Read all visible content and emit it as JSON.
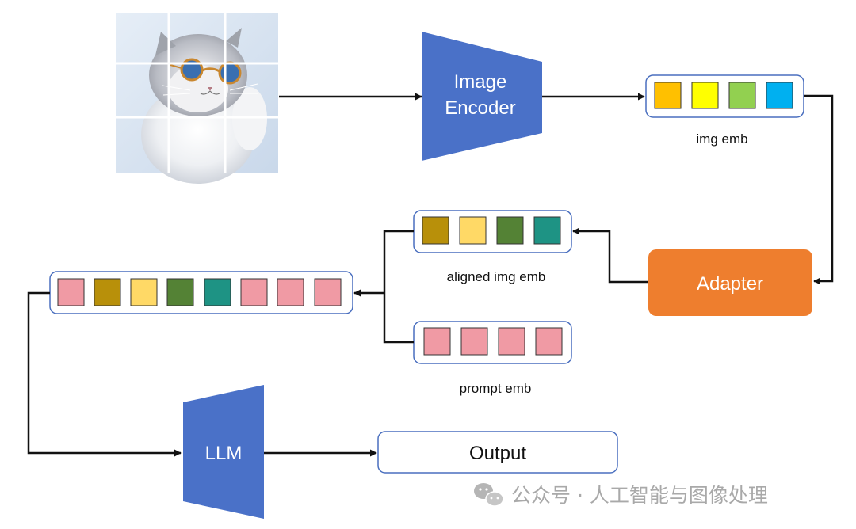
{
  "encoder": {
    "label_line1": "Image",
    "label_line2": "Encoder",
    "color": "#4A71C8"
  },
  "adapter": {
    "label": "Adapter",
    "color": "#EE7E2E"
  },
  "llm": {
    "label": "LLM",
    "color": "#4A71C8"
  },
  "output": {
    "label": "Output"
  },
  "img_emb": {
    "label": "img emb",
    "token_colors": [
      "#FFC000",
      "#FFFF00",
      "#92D050",
      "#00B0F0"
    ]
  },
  "aligned_emb": {
    "label": "aligned img emb",
    "token_colors": [
      "#B8900A",
      "#FFD966",
      "#548235",
      "#1E9384"
    ]
  },
  "prompt_emb": {
    "label": "prompt emb",
    "token_colors": [
      "#F09AA4",
      "#F09AA4",
      "#F09AA4",
      "#F09AA4"
    ]
  },
  "combined_emb": {
    "token_colors": [
      "#F09AA4",
      "#B8900A",
      "#FFD966",
      "#548235",
      "#1E9384",
      "#F09AA4",
      "#F09AA4",
      "#F09AA4"
    ]
  },
  "watermark": {
    "text": "公众号 · 人工智能与图像处理"
  },
  "colors": {
    "box_border": "#4A6FBF",
    "arrow": "#111111",
    "grid_line": "#ffffff"
  }
}
